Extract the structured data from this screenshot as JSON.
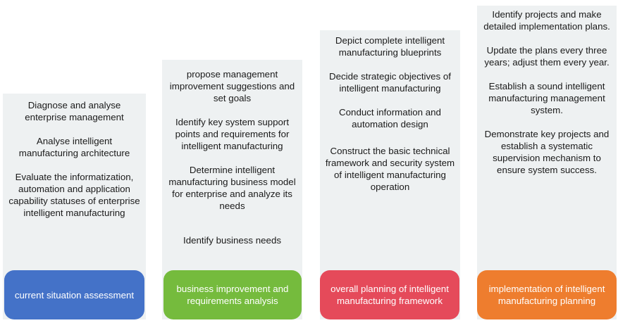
{
  "stages": [
    {
      "label": "current situation assessment",
      "color": "#4472c8",
      "items": [
        "Diagnose and analyse enterprise management",
        "Analyse intelligent manufacturing architecture",
        "Evaluate the informatization, automation and application capability statuses of enterprise intelligent manufacturing"
      ]
    },
    {
      "label": "business improvement and requirements analysis",
      "color": "#75bb3d",
      "items": [
        "propose management improvement suggestions and set goals",
        "Identify key system support points and requirements for intelligent manufacturing",
        "Determine intelligent manufacturing business model for enterprise and analyze its needs",
        "Identify business needs"
      ]
    },
    {
      "label": "overall planning of intelligent manufacturing framework",
      "color": "#e54a5a",
      "items": [
        "Depict complete intelligent manufacturing blueprints",
        "Decide strategic objectives of intelligent manufacturing",
        "Conduct information and automation design",
        "Construct the basic technical framework and security system of intelligent manufacturing operation"
      ]
    },
    {
      "label": "implementation of intelligent  manufacturing planning",
      "color": "#ee7d2e",
      "items": [
        "Identify projects and make detailed implementation plans.",
        "Update the plans every three years; adjust them every year.",
        "Establish a sound intelligent manufacturing management system.",
        "Demonstrate key projects and establish a systematic supervision mechanism to ensure system success."
      ]
    }
  ]
}
